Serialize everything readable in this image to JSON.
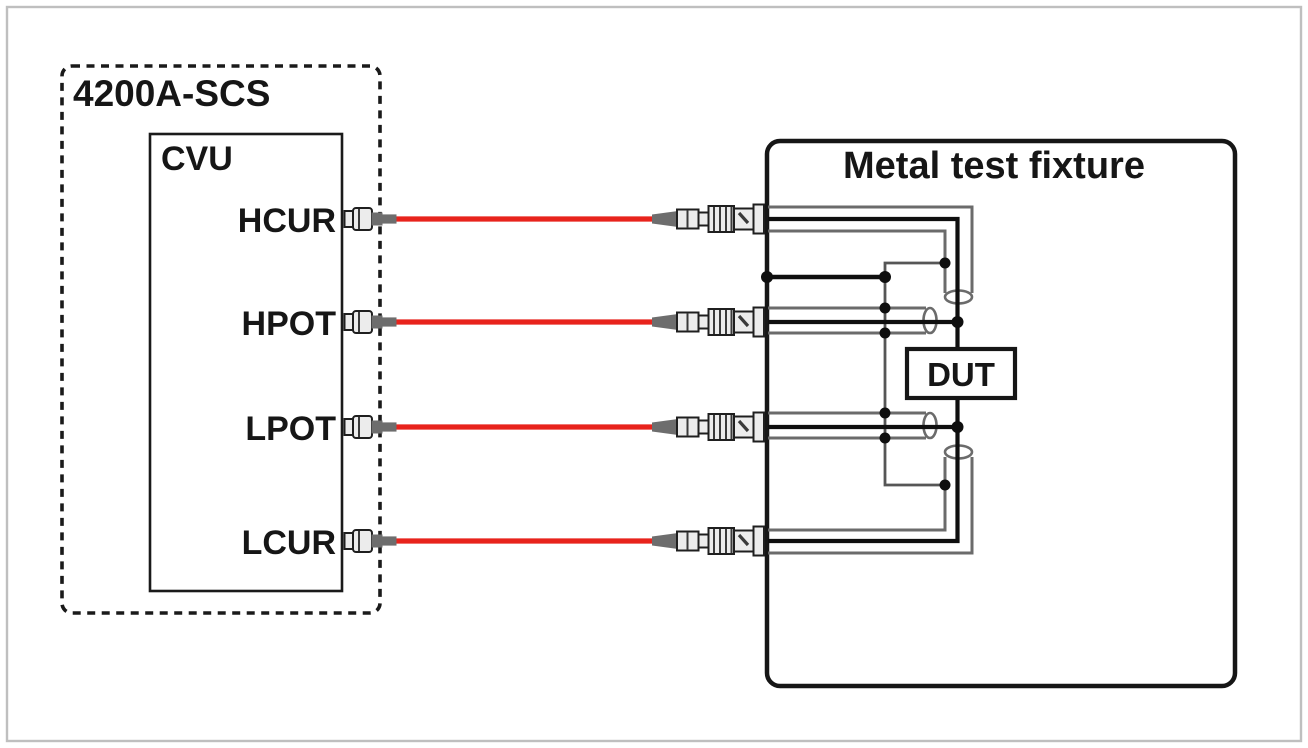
{
  "diagram": {
    "instrument": {
      "label": "4200A-SCS",
      "module_label": "CVU"
    },
    "terminals": [
      {
        "id": "hcur",
        "label": "HCUR"
      },
      {
        "id": "hpot",
        "label": "HPOT"
      },
      {
        "id": "lpot",
        "label": "LPOT"
      },
      {
        "id": "lcur",
        "label": "LCUR"
      }
    ],
    "fixture": {
      "label": "Metal test fixture"
    },
    "dut": {
      "label": "DUT"
    }
  },
  "colors": {
    "cable_red": "#e8231c",
    "shield_wire_gray": "#6b6b6b",
    "center_wire_black": "#0f0f0f",
    "connector_light_gray": "#ececec",
    "connector_dark_gray": "#6d6d6d",
    "outline_black": "#161616",
    "page_border_gray": "#bfbfbf"
  }
}
